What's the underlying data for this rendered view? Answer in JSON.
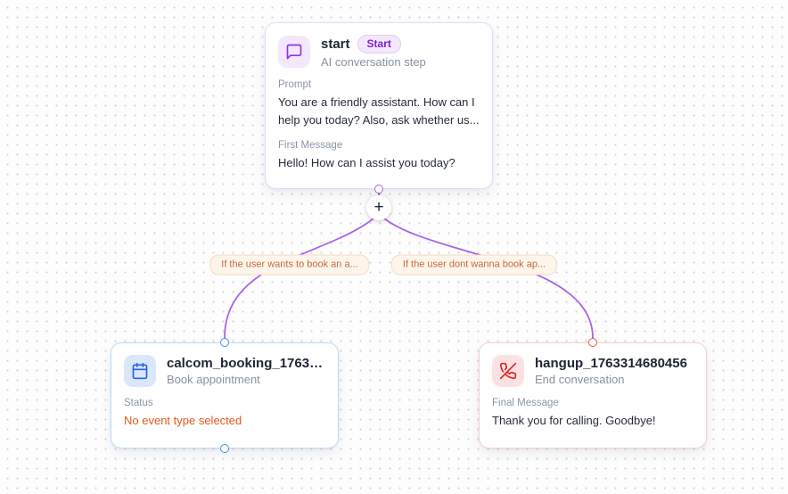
{
  "canvas": {
    "background_color": "#fdfdfe",
    "dot_color": "#d2d3d7"
  },
  "add_button": {
    "label": "+"
  },
  "nodes": {
    "start": {
      "icon": "chat-bubble-icon",
      "accent_color": "#9333ea",
      "title": "start",
      "badge": "Start",
      "subtitle": "AI conversation step",
      "prompt_label": "Prompt",
      "prompt_text": "You are a friendly assistant. How can I help you today? Also, ask whether us...",
      "first_message_label": "First Message",
      "first_message_text": "Hello! How can I assist you today?"
    },
    "booking": {
      "icon": "calendar-icon",
      "accent_color": "#2563eb",
      "title": "calcom_booking_17633...",
      "subtitle": "Book appointment",
      "status_label": "Status",
      "status_text": "No event type selected",
      "status_color": "#e2591e"
    },
    "hangup": {
      "icon": "phone-off-icon",
      "accent_color": "#dc2626",
      "title": "hangup_1763314680456",
      "subtitle": "End conversation",
      "final_message_label": "Final Message",
      "final_message_text": "Thank you for calling. Goodbye!"
    }
  },
  "edges": {
    "color": "#a863e8",
    "left_condition_label": "If the user wants to book an a...",
    "right_condition_label": "If the user dont wanna book ap...",
    "label_text_color": "#c5683f"
  }
}
